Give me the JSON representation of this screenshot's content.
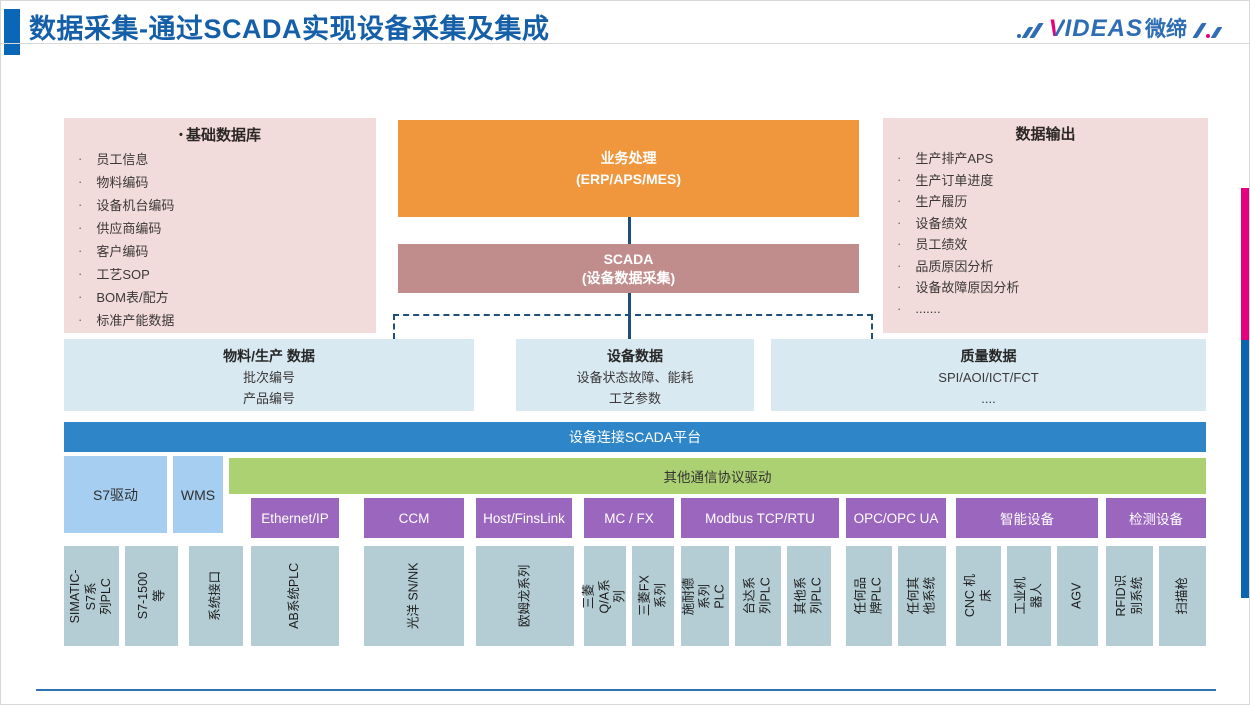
{
  "header": {
    "title": "数据采集-通过SCADA实现设备采集及集成"
  },
  "logo": {
    "mark": "V",
    "name": "IDEAS",
    "suffix": "微缔"
  },
  "left_panel": {
    "title": "基础数据库",
    "items": [
      "员工信息",
      "物料编码",
      "设备机台编码",
      "供应商编码",
      "客户编码",
      "工艺SOP",
      "BOM表/配方",
      "标准产能数据"
    ]
  },
  "right_panel": {
    "title": "数据输出",
    "items": [
      "生产排产APS",
      "生产订单进度",
      "生产履历",
      "设备绩效",
      "员工绩效",
      "品质原因分析",
      "设备故障原因分析",
      "......."
    ]
  },
  "center": {
    "business": "业务处理\n(ERP/APS/MES)",
    "scada": "SCADA\n(设备数据采集)"
  },
  "data_boxes": [
    {
      "title": "物料/生产 数据",
      "lines": [
        "批次编号",
        "产品编号"
      ]
    },
    {
      "title": "设备数据",
      "lines": [
        "设备状态故障、能耗",
        "工艺参数"
      ]
    },
    {
      "title": "质量数据",
      "lines": [
        "SPI/AOI/ICT/FCT",
        "...."
      ]
    }
  ],
  "platform_bar": {
    "label": "设备连接SCADA平台"
  },
  "drivers": {
    "s7": "S7驱动",
    "wms": "WMS",
    "other_label": "其他通信协议驱动"
  },
  "protocols": [
    "Ethernet/IP",
    "CCM",
    "Host/FinsLink",
    "MC / FX",
    "Modbus TCP/RTU",
    "OPC/OPC UA",
    "智能设备",
    "检测设备"
  ],
  "devices": [
    "SIMATIC-S7系\n列PLC",
    "S7-1500等",
    "系统接口",
    "AB系统PLC",
    "光洋 SN/NK",
    "欧姆龙系列",
    "三菱Q/A系列",
    "三菱FX系列",
    "施耐德系列PLC",
    "台达系列PLC",
    "其他系列PLC",
    "任何品牌PLC",
    "任何其他系统",
    "CNC 机床",
    "工业机器人",
    "AGV",
    "RFID识别系统",
    "扫描枪"
  ],
  "colors": {
    "title_blue": "#155fa9",
    "accent_blue": "#0a66b7",
    "panel_pink": "#f2dcdb",
    "business_orange": "#f0963c",
    "scada_mauve": "#c18c8c",
    "data_light_blue": "#d8e9f2",
    "platform_blue": "#2e86c9",
    "driver_light_blue": "#a5cef0",
    "protocol_green": "#acd172",
    "protocol_purple": "#9b66be",
    "device_teal": "#b4cdd5",
    "connector_navy": "#1f4e79",
    "edge_magenta": "#e4007f",
    "edge_blue": "#0c63b0",
    "brand_blue": "#2e6db4"
  }
}
